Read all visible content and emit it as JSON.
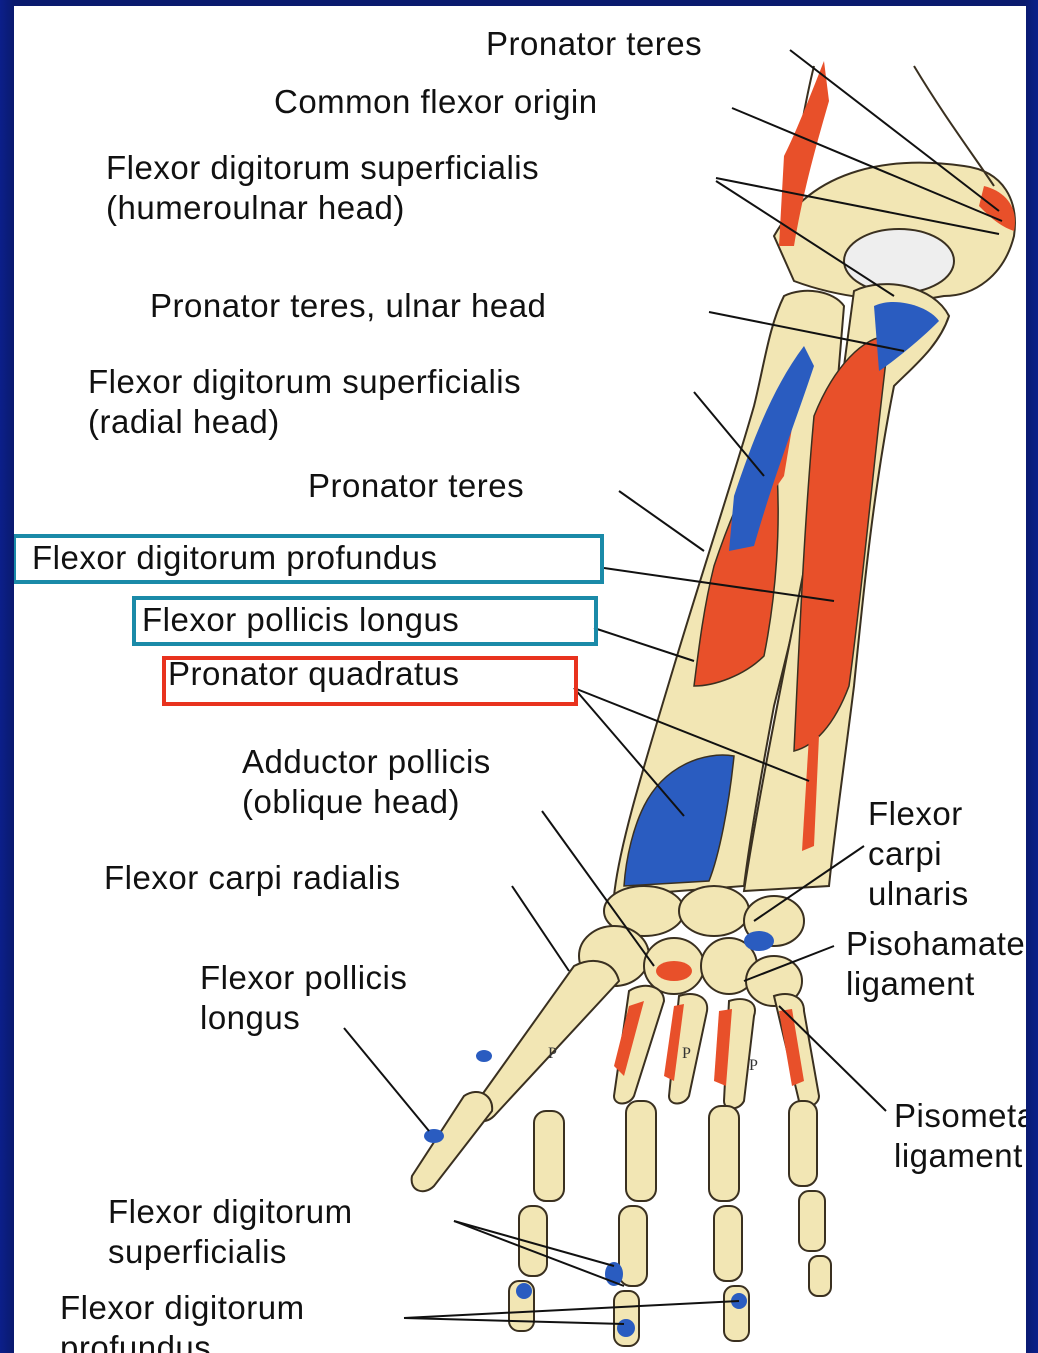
{
  "colors": {
    "bone": "#f2e6b4",
    "bone_outline": "#3a3020",
    "origin_red": "#e8502a",
    "insertion_blue": "#2a5cc0",
    "highlight_teal": "#1a8aa8",
    "highlight_red": "#e8321e",
    "background": "#0a1a6e"
  },
  "labels": {
    "pronator_teres_top": "Pronator teres",
    "common_flexor_origin": "Common flexor origin",
    "fds_humeroulnar": [
      "Flexor digitorum superficialis",
      "(humeroulnar head)"
    ],
    "pronator_teres_ulnar": "Pronator teres, ulnar head",
    "fds_radial": [
      "Flexor digitorum superficialis",
      "(radial head)"
    ],
    "pronator_teres_mid": "Pronator teres",
    "fdp": "Flexor digitorum profundus",
    "fpl": "Flexor pollicis longus",
    "pronator_quadratus": "Pronator quadratus",
    "adductor_pollicis": [
      "Adductor pollicis",
      "(oblique head)"
    ],
    "flexor_carpi_ulnaris": [
      "Flexor",
      "carpi",
      "ulnaris"
    ],
    "flexor_carpi_radialis": "Flexor carpi radialis",
    "pisohamate": [
      "Pisohamate",
      "ligament"
    ],
    "fpl_hand": [
      "Flexor pollicis",
      "longus"
    ],
    "pisometacarpal": [
      "Pisometacarpal",
      "ligament"
    ],
    "fds_hand": [
      "Flexor digitorum",
      "superficialis"
    ],
    "fdp_hand": [
      "Flexor digitorum",
      "profundus"
    ],
    "p_marks": [
      "P",
      "P",
      "P"
    ]
  }
}
